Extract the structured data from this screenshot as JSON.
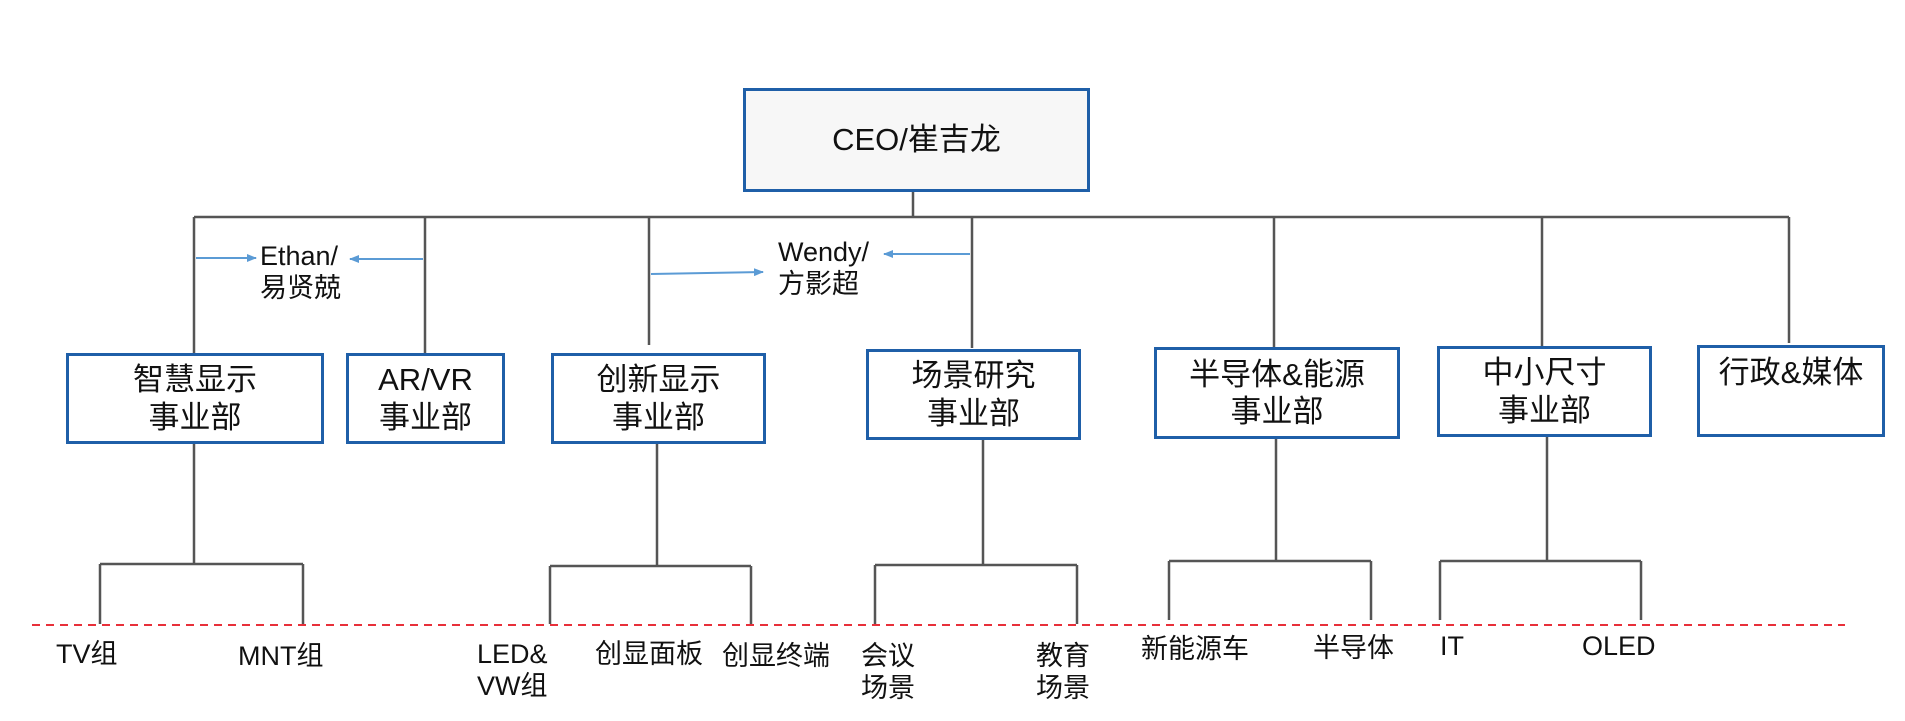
{
  "ceo": "CEO/崔吉龙",
  "divisions": [
    {
      "line1": "智慧显示",
      "line2": "事业部"
    },
    {
      "line1": "AR/VR",
      "line2": "事业部"
    },
    {
      "line1": "创新显示",
      "line2": "事业部"
    },
    {
      "line1": "场景研究",
      "line2": "事业部"
    },
    {
      "line1": "半导体&能源",
      "line2": "事业部"
    },
    {
      "line1": "中小尺寸",
      "line2": "事业部"
    },
    {
      "line1": "行政&媒体",
      "line2": ""
    }
  ],
  "leads": [
    {
      "line1": "Ethan/",
      "line2": "易贤兢"
    },
    {
      "line1": "Wendy/",
      "line2": "方影超"
    }
  ],
  "groups": [
    {
      "line1": "TV组",
      "line2": ""
    },
    {
      "line1": "MNT组",
      "line2": ""
    },
    {
      "line1": "LED&",
      "line2": "VW组"
    },
    {
      "line1": "创显面板",
      "line2": ""
    },
    {
      "line1": "创显终端",
      "line2": ""
    },
    {
      "line1": "会议",
      "line2": "场景"
    },
    {
      "line1": "教育",
      "line2": "场景"
    },
    {
      "line1": "新能源车",
      "line2": ""
    },
    {
      "line1": "半导体",
      "line2": ""
    },
    {
      "line1": "IT",
      "line2": ""
    },
    {
      "line1": "OLED",
      "line2": ""
    }
  ],
  "colors": {
    "box_border": "#1f5fa8",
    "connector": "#555555",
    "arrow": "#5b9bd5",
    "dashed_line": "#e8303a"
  }
}
